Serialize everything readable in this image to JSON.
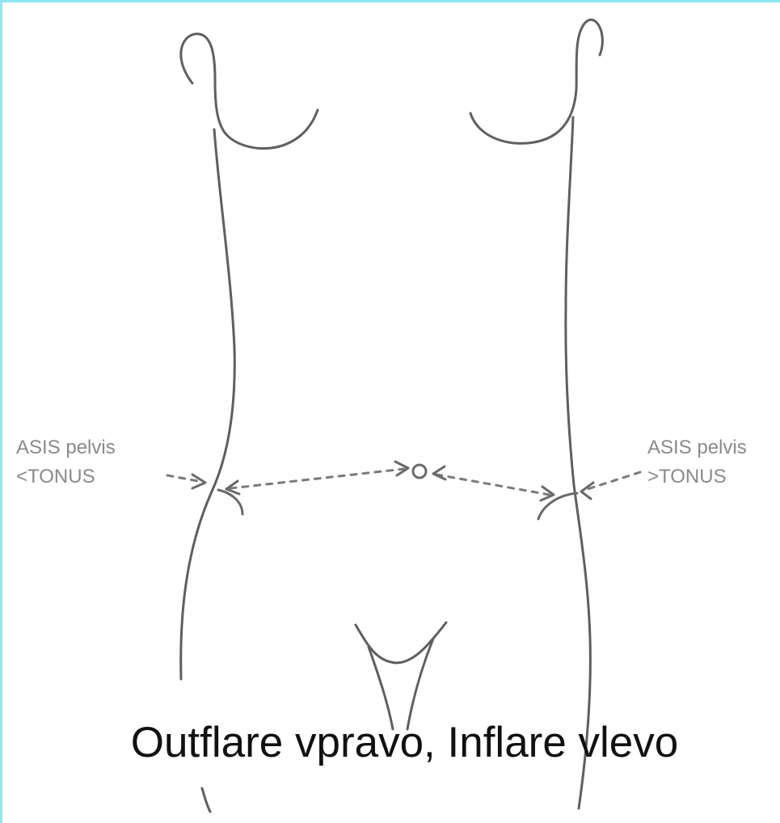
{
  "labels": {
    "left": {
      "line1": "ASIS pelvis",
      "line2": "<TONUS"
    },
    "right": {
      "line1": "ASIS pelvis",
      "line2": ">TONUS"
    }
  },
  "caption": "Outflare vpravo, Inflare vlevo",
  "colors": {
    "outline": "#5f5f5f",
    "arrows": "#7a7a7a",
    "label_text": "#8a8a8a",
    "caption_text": "#111111",
    "frame_accent": "#8fe6ee"
  },
  "icons": {
    "center_marker": "circle",
    "arrow_heads": "chevron"
  }
}
